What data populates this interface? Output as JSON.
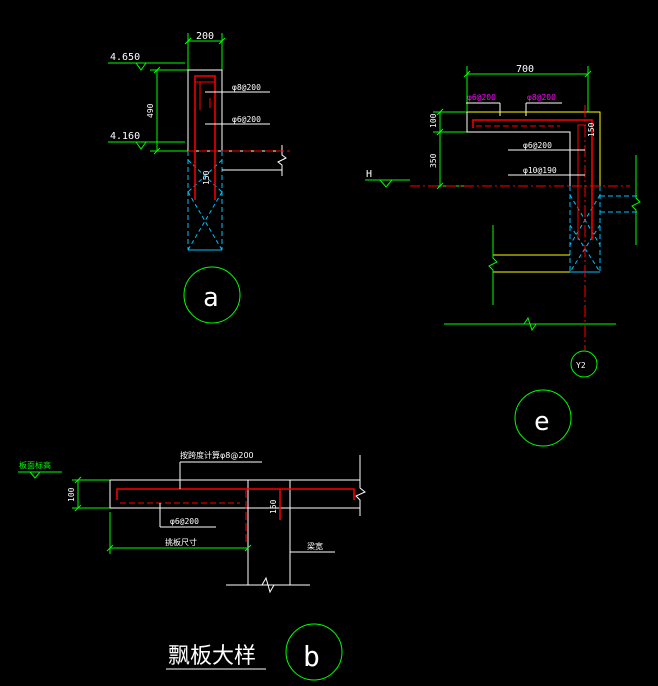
{
  "detail_a": {
    "dim_width": "200",
    "elev_top": "4.650",
    "elev_bottom": "4.160",
    "dim_height": "490",
    "rebar_1": "φ8@200",
    "rebar_2": "φ6@200",
    "dim_150": "150",
    "label": "a"
  },
  "detail_e": {
    "dim_width": "700",
    "rebar_top_left": "φ6@200",
    "rebar_top_right": "φ8@200",
    "dim_100": "100",
    "dim_350": "350",
    "dim_150": "150",
    "rebar_mid": "φ6@200",
    "rebar_low": "φ10@190",
    "elev_label": "H",
    "grid_label": "Y2",
    "label": "e"
  },
  "detail_b": {
    "elev_note": "板面标高",
    "rebar_top": "按跨度计算φ8@200",
    "dim_100": "100",
    "rebar_bottom": "φ6@200",
    "dim_150": "150",
    "dim_note": "挑板尺寸",
    "beam_note": "梁宽",
    "label": "b",
    "title": "飘板大样"
  },
  "colors": {
    "background": "#000000",
    "outline": "#ffffff",
    "dimension": "#00ff00",
    "rebar": "#ff0000",
    "hidden": "#00bfff",
    "bar": "#ffff00",
    "magenta_text": "#ff00ff"
  }
}
